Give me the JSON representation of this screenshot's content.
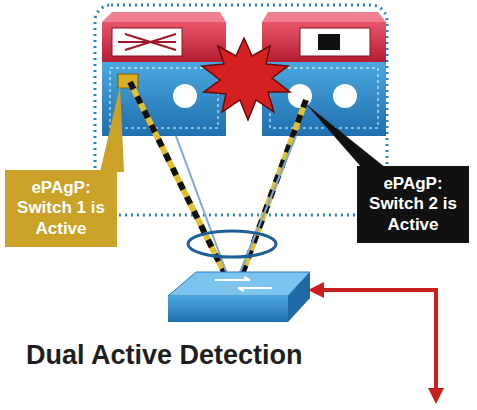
{
  "diagram": {
    "caption": "Dual Active Detection",
    "nodes": [
      {
        "text": [
          "ePAgP: Switch 1 is Active"
        ]
      },
      {
        "text": [
          "ePAgP: Switch 2 is Active"
        ]
      }
    ]
  }
}
